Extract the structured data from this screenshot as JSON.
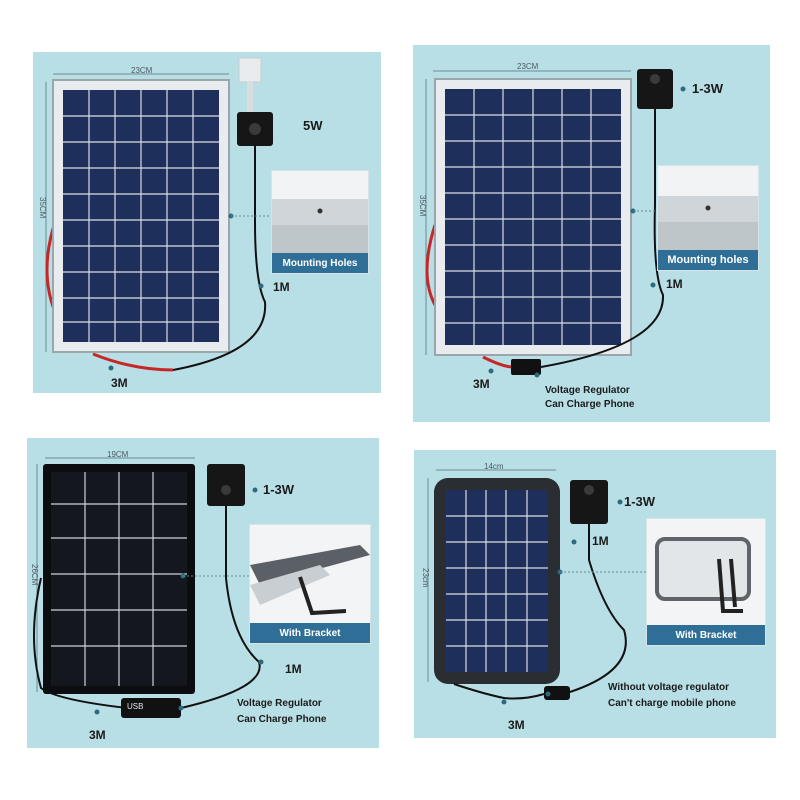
{
  "panels": [
    {
      "width_label": "23CM",
      "height_label": "35CM",
      "pump_power": "5W",
      "pump_cable": "1M",
      "panel_cable": "3M",
      "inset_caption": "Mounting Holes"
    },
    {
      "width_label": "23CM",
      "height_label": "35CM",
      "pump_power": "1-3W",
      "pump_cable": "1M",
      "panel_cable": "3M",
      "inset_caption": "Mounting holes",
      "regulator_line1": "Voltage Regulator",
      "regulator_line2": "Can Charge Phone"
    },
    {
      "width_label": "19CM",
      "height_label": "26CM",
      "pump_power": "1-3W",
      "pump_cable": "1M",
      "panel_cable": "3M",
      "inset_caption": "With Bracket",
      "regulator_line1": "Voltage Regulator",
      "regulator_line2": "Can Charge Phone",
      "usb_text": "USB"
    },
    {
      "width_label": "14cm",
      "height_label": "23cm",
      "pump_power": "1-3W",
      "pump_cable": "1M",
      "panel_cable": "3M",
      "inset_caption": "With Bracket",
      "regulator_line1": "Without voltage regulator",
      "regulator_line2": "Can't charge mobile phone"
    }
  ],
  "colors": {
    "background": "#b9dfe6",
    "cell": "#1f2f5b",
    "caption_bar": "#2f6f97",
    "red_cable": "#c62828"
  }
}
